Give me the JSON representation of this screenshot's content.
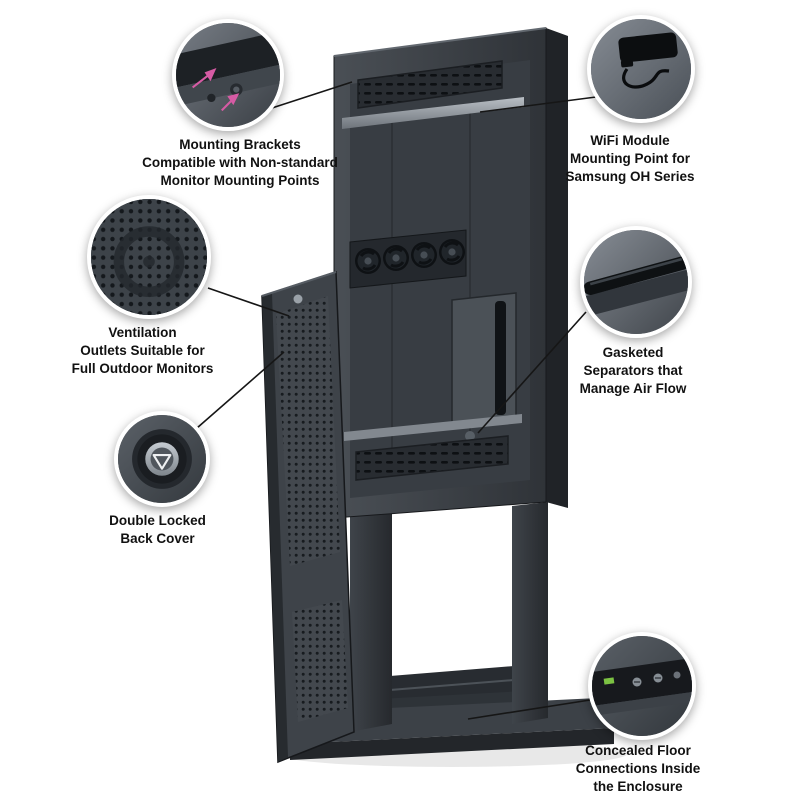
{
  "callouts": [
    {
      "name": "mounting-brackets",
      "label": "Mounting Brackets\nCompatible with Non-standard\nMonitor Mounting Points"
    },
    {
      "name": "wifi-module",
      "label": "WiFi Module\nMounting Point for\nSamsung OH Series"
    },
    {
      "name": "ventilation-outlets",
      "label": "Ventilation\nOutlets Suitable for\nFull Outdoor Monitors"
    },
    {
      "name": "double-locked-back-cover",
      "label": "Double Locked\nBack Cover"
    },
    {
      "name": "gasketed-separators",
      "label": "Gasketed\nSeparators that\nManage Air Flow"
    },
    {
      "name": "concealed-floor-connections",
      "label": "Concealed Floor\nConnections Inside\nthe Enclosure"
    }
  ],
  "colors": {
    "background": "#ffffff",
    "text": "#111111",
    "callout_line": "#161616",
    "enclosure_dark": "#33383d",
    "accent_arrow_magenta": "#d65ba4",
    "led_green": "#7cc243"
  }
}
